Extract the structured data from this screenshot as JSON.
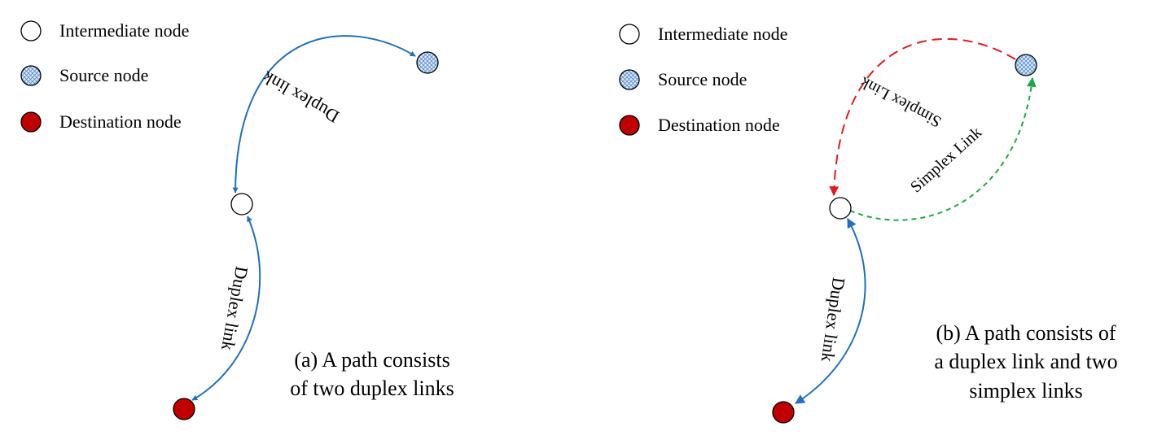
{
  "legend": {
    "intermediate": "Intermediate node",
    "source": "Source node",
    "destination": "Destination node"
  },
  "panel_a": {
    "link_top": "Duplex link",
    "link_bottom": "Duplex link",
    "caption_line1": "(a) A path consists",
    "caption_line2": "of two duplex links"
  },
  "panel_b": {
    "link_top": "Simplex Link",
    "link_middle": "Simplex Link",
    "link_bottom": "Duplex link",
    "caption_line1": "(b) A path consists of",
    "caption_line2": "a duplex link and two",
    "caption_line3": "simplex links"
  },
  "colors": {
    "duplex": "#1f70c1",
    "simplex_red": "#e31a1c",
    "simplex_green": "#1aab48",
    "destination": "#c00000",
    "source_hatch": "#5b8fd0"
  }
}
